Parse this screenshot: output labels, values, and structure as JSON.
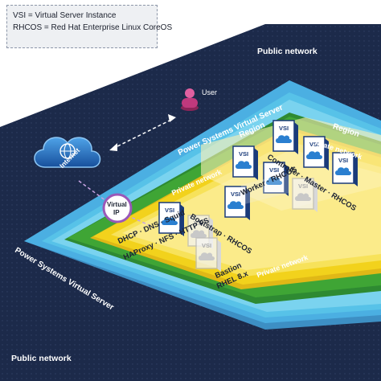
{
  "legend": {
    "vsi_line": "VSI = Virtual Server Instance",
    "rhcos_line": "RHCOS = Red Hat Enterprise Linux CoreOS"
  },
  "networks": {
    "public_top": "Public network",
    "public_bottom": "Public network",
    "private_1": "Private network",
    "private_2": "Private network",
    "private_3": "Private network"
  },
  "workspaces": {
    "outer": "Power Systems Virtual Server",
    "inner": "Power Systems Virtual Server"
  },
  "regions": {
    "left": "Region",
    "right": "Region"
  },
  "user_label": "User",
  "internet_label": "Internet",
  "virtual_ip_line1": "Virtual",
  "virtual_ip_line2": "IP",
  "vsi_label": "VSI",
  "groups": {
    "controller": "Controller · Master · RHCOS",
    "worker": "Worker · RHCOS",
    "bootstrap": "Bootstrap · RHCOS",
    "services_line1": "DHCP · DNS · Squid",
    "services_line2": "HAProxy · NFS · HTTP FS",
    "bastion_line1": "Bastion",
    "bastion_line2": "RHEL 8.x"
  },
  "colors": {
    "background_navy": "#1c2a4a",
    "workspace_blue": "#4db3e6",
    "region_green": "#3fa535",
    "private_yellow": "#f2d21c",
    "user_pink": "#c0397d",
    "internet_blue": "#1f5fb0",
    "virtual_ip_purple": "#9a58b8"
  },
  "icons": {
    "user": "user-icon",
    "internet": "cloud-globe-icon",
    "vsi": "vsi-server-icon"
  }
}
